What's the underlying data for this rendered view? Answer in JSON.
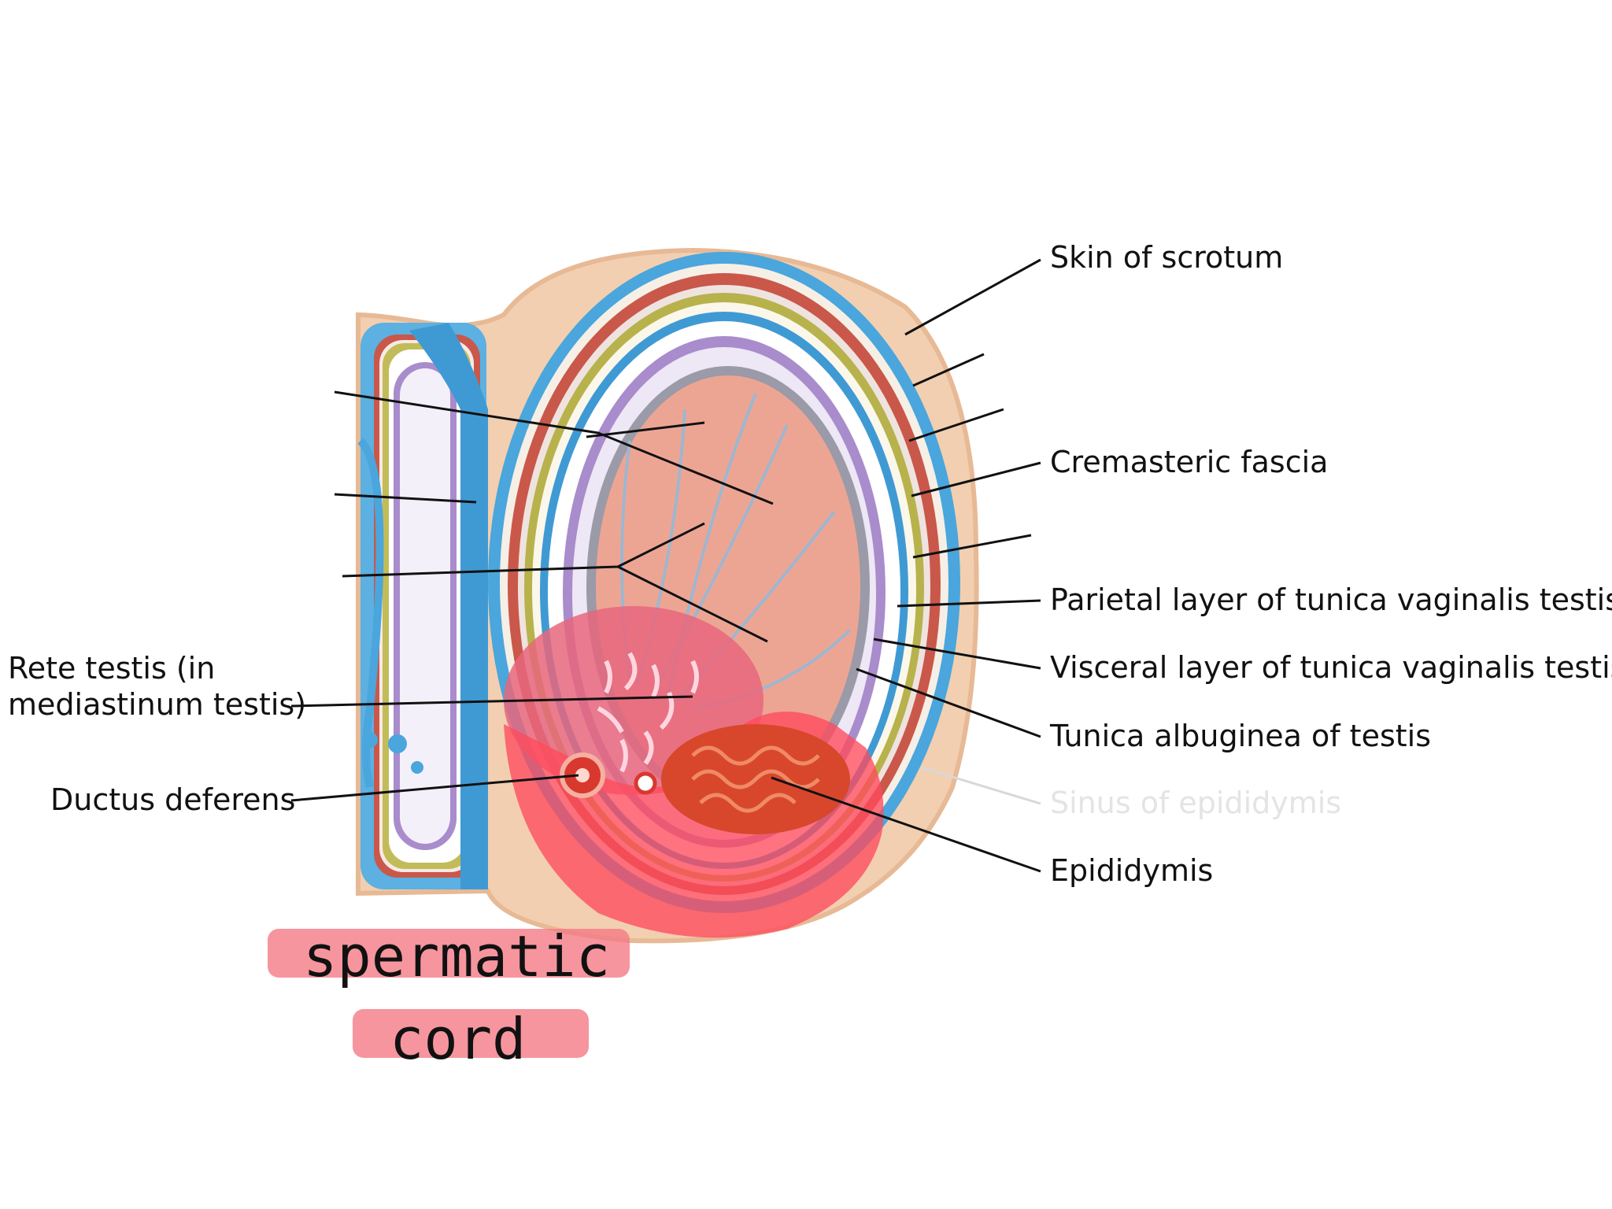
{
  "labels": {
    "skin_of_scrotum": "Skin of scrotum",
    "cremasteric_fascia": "Cremasteric fascia",
    "parietal_layer": "Parietal layer of tunica vaginalis testis",
    "visceral_layer": "Visceral layer of tunica vaginalis testis",
    "tunica_albuginea": "Tunica albuginea of testis",
    "sinus_of_epididymis": "Sinus of epididymis",
    "epididymis": "Epididymis",
    "rete_testis_line1": "Rete testis (in",
    "rete_testis_line2": "mediastinum testis)",
    "ductus_deferens": "Ductus deferens"
  },
  "annotation": {
    "line1": "spermatic",
    "line2": "cord"
  },
  "colors": {
    "skin": "#efc8a6",
    "blue_layer": "#4aa6dc",
    "red_layer": "#c9584a",
    "olive_layer": "#b7b24c",
    "purple_layer": "#a98ccc",
    "testis": "#eda593",
    "highlight": "#ff3a4c",
    "marker": "#f47a86"
  }
}
